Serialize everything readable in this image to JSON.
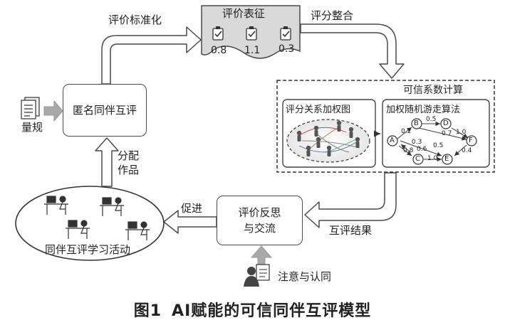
{
  "nodes": {
    "rubric_label": "量规",
    "anon_review": "匿名同伴互评",
    "rating_repr": "评价表征",
    "scores": [
      "0.8",
      "1.1",
      "0.3"
    ],
    "trust_calc": "可信系数计算",
    "relation_graph": "评分关系加权图",
    "random_walk": "加权随机游走算法",
    "reflection_line1": "评价反思",
    "reflection_line2": "与交流",
    "peer_activity": "同伴互评学习活动",
    "attention_label": "注意与认同"
  },
  "edges": {
    "standardize": "评价标准化",
    "integrate": "评分整合",
    "results": "互评结果",
    "promote": "促进",
    "assign_line1": "分配",
    "assign_line2": "作品"
  },
  "walk_graph": {
    "nodes": [
      "A",
      "B",
      "C",
      "D",
      "E",
      "F"
    ],
    "weights": [
      "0.5",
      "0.2",
      "0.7",
      "1.0",
      "0.3",
      "0.5",
      "0.8",
      "0.6",
      "0.4",
      "1.0"
    ]
  },
  "caption": {
    "figure_no": "图1",
    "title": "AI赋能的可信同伴互评模型"
  },
  "colors": {
    "stroke": "#4a4a4a",
    "arrow_fill": "#ffffff",
    "gray_arrow": "#a9a9a9",
    "wave_fill": "#d9d9d9"
  }
}
